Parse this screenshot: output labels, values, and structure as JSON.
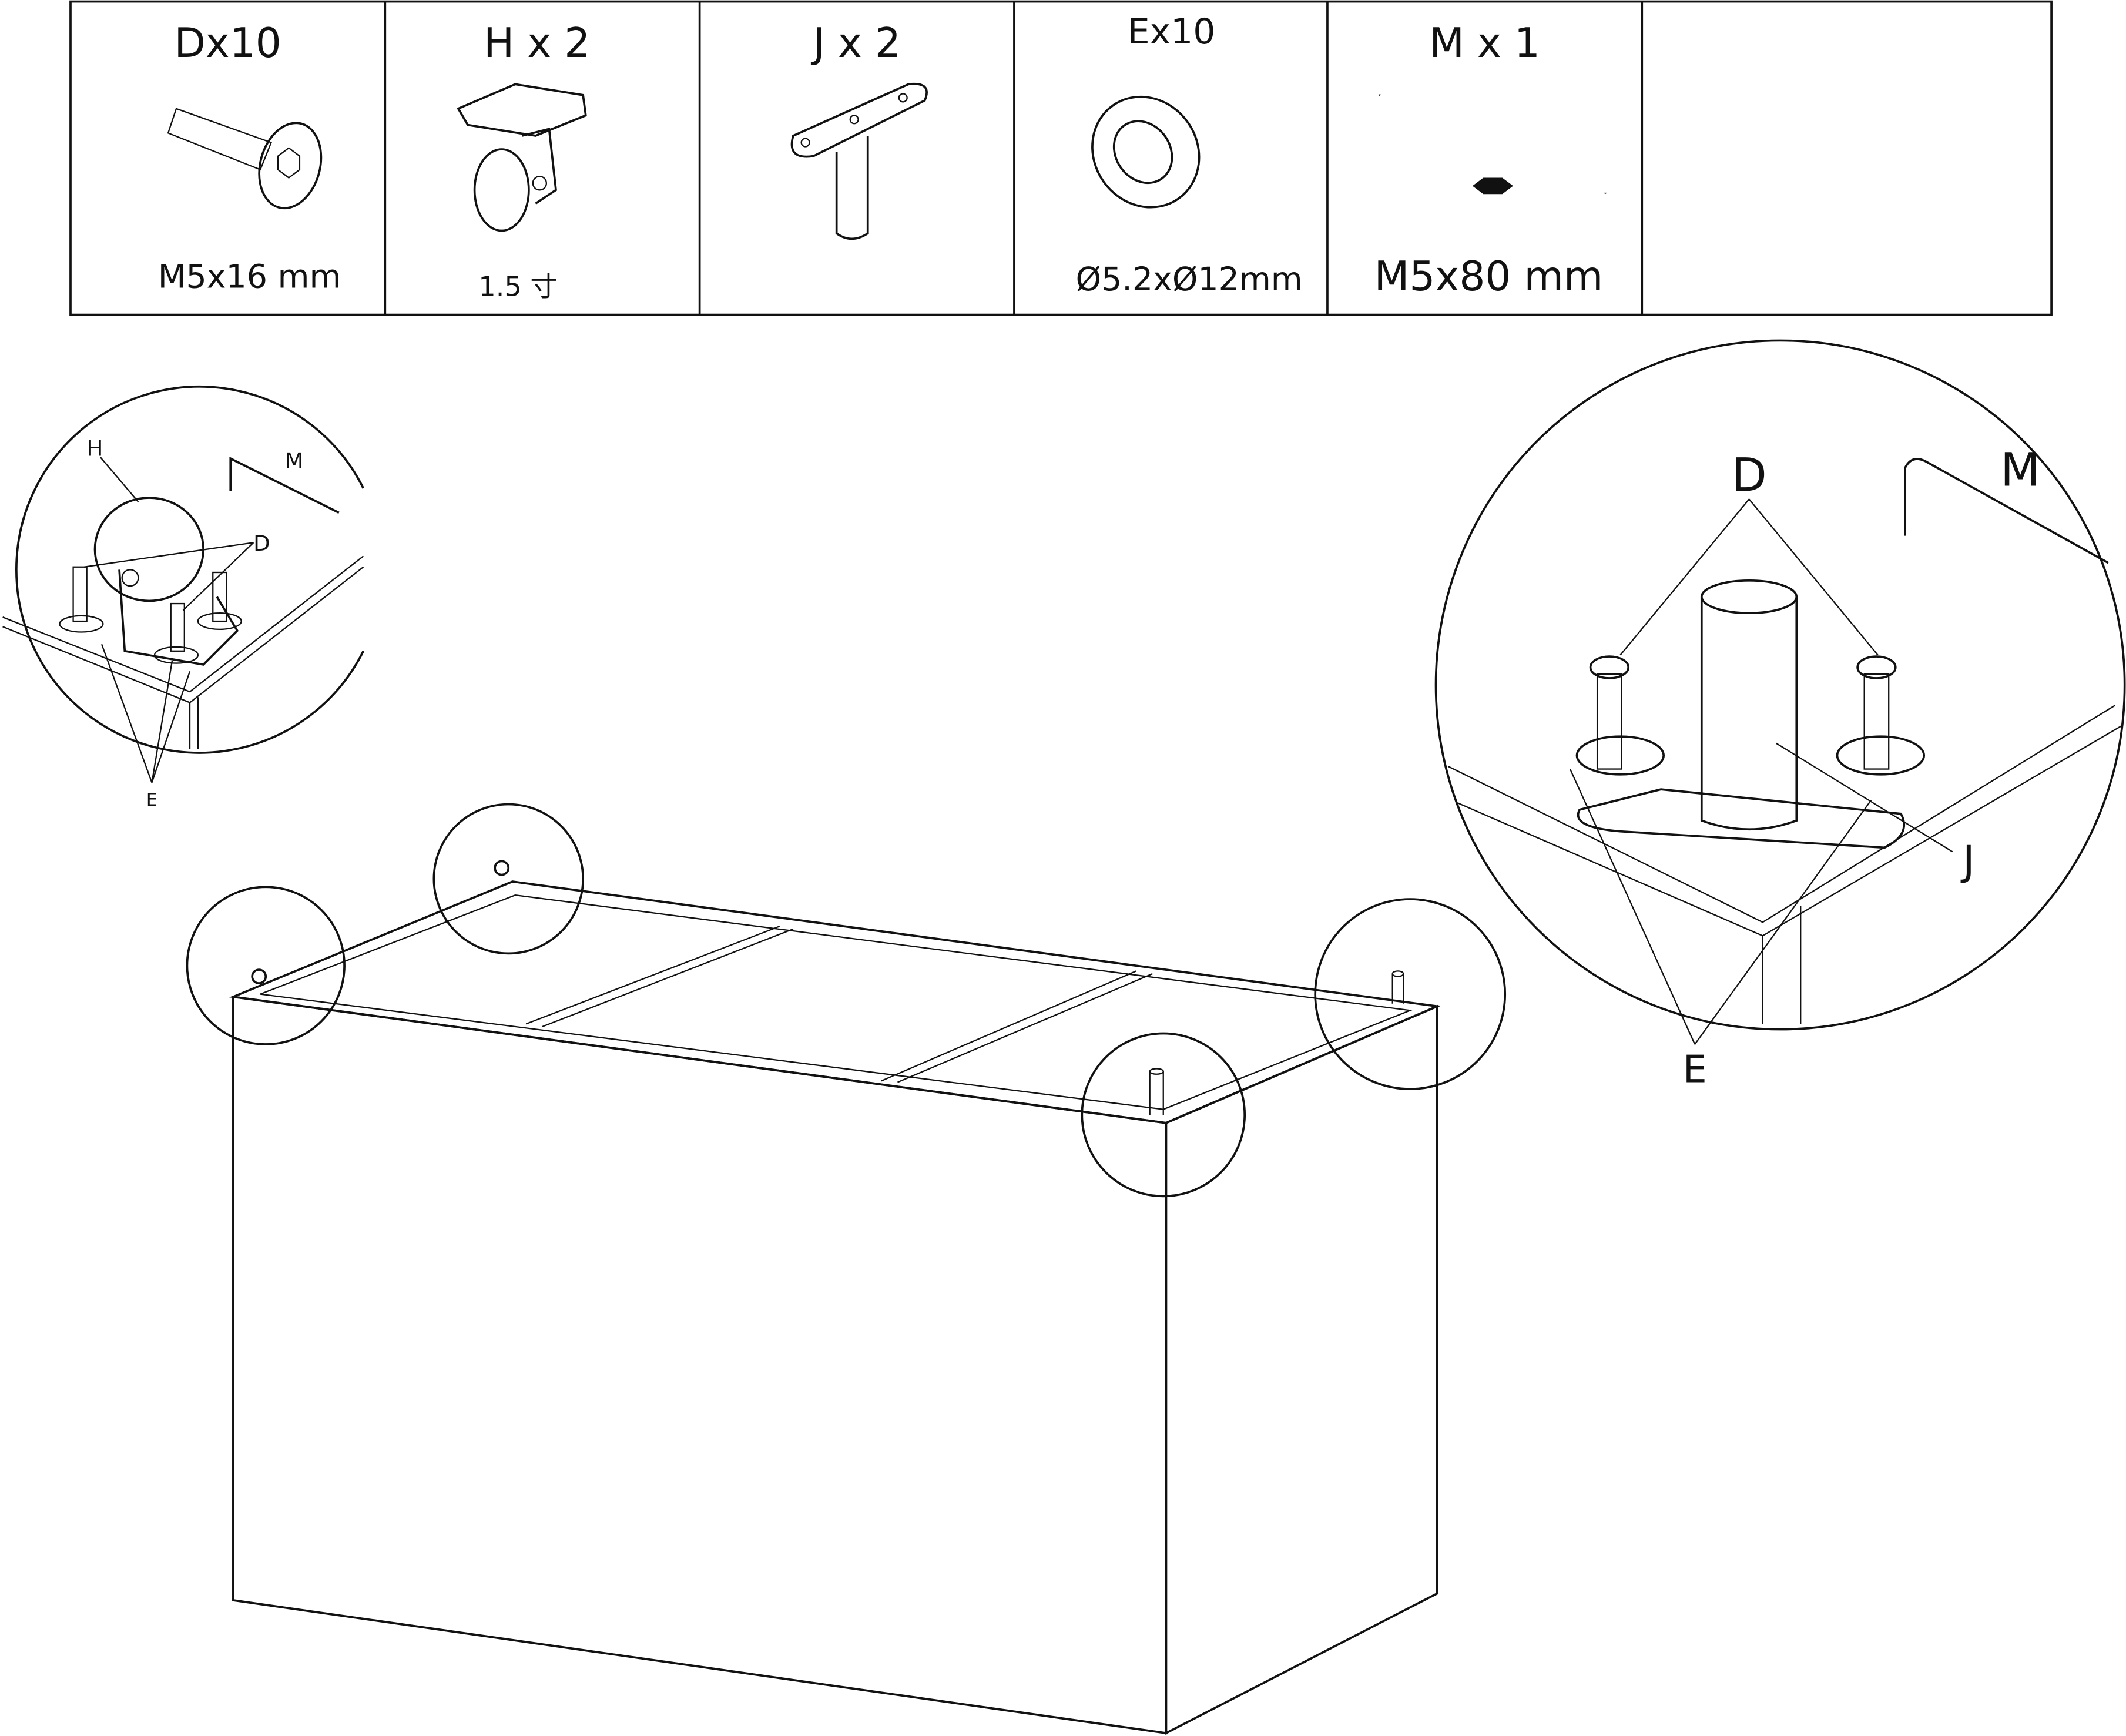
{
  "parts_table": [
    {
      "id": "D",
      "count_label": "Dx10",
      "spec": "M5x16 mm",
      "icon": "bolt-icon"
    },
    {
      "id": "H",
      "count_label": "H x 2",
      "spec": "1.5 寸",
      "icon": "caster-wheel-icon"
    },
    {
      "id": "J",
      "count_label": "J x 2",
      "spec": "",
      "icon": "leg-pin-plate-icon"
    },
    {
      "id": "E",
      "count_label": "Ex10",
      "spec": "Ø5.2xØ12mm",
      "icon": "washer-icon"
    },
    {
      "id": "M",
      "count_label": "M x 1",
      "spec": "M5x80 mm",
      "icon": "allen-key-icon"
    },
    {
      "id": "",
      "count_label": "",
      "spec": "",
      "icon": ""
    }
  ],
  "callout_left": {
    "labels": {
      "H": "H",
      "M": "M",
      "D": "D",
      "E": "E"
    }
  },
  "callout_right": {
    "labels": {
      "D": "D",
      "M": "M",
      "J": "J",
      "E": "E"
    }
  },
  "colors": {
    "line": "#111111",
    "background": "#ffffff"
  }
}
